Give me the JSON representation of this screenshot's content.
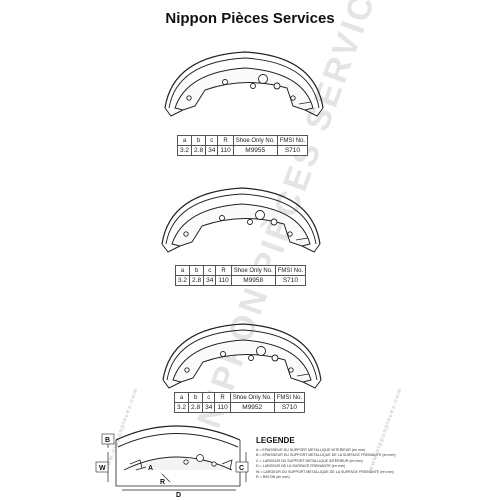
{
  "title": "Nippon Pièces Services",
  "watermark": {
    "main": "NIPPON PIÈCES SERVICES",
    "side": "www.nipponpieces.com"
  },
  "table_headers": [
    "a",
    "b",
    "c",
    "R",
    "Shoe Only No.",
    "FMSI No."
  ],
  "shoes": [
    {
      "a": "3.2",
      "b": "2.8",
      "c": "34",
      "R": "110",
      "shoe_only_no": "M9955",
      "fmsi_no": "S710"
    },
    {
      "a": "3.2",
      "b": "2.8",
      "c": "34",
      "R": "110",
      "shoe_only_no": "M9958",
      "fmsi_no": "S710"
    },
    {
      "a": "3.2",
      "b": "2.8",
      "c": "34",
      "R": "110",
      "shoe_only_no": "M9952",
      "fmsi_no": "S710"
    }
  ],
  "legend": {
    "title": "LEGENDE",
    "items": [
      "A = EPAISSEUR DU SUPPORT METALLIQUE INTERIEUR (en mm)",
      "B = EPAISSEUR DU SUPPORT METALLIQUE DE LA SURFACE FREINANTE (en mm)",
      "C = LARGEUR DU SUPPORT METALLIQUE INTERIEUR (en mm)",
      "D = LARGEUR DE LA SURFACE FREINANTE (en mm)",
      "W = LARGEUR DU SUPPORT METALLIQUE DE LA SURFACE FREINANTE (en mm)",
      "R = RAYON (en mm)"
    ]
  },
  "diagram_labels": {
    "B": "B",
    "A": "A",
    "W": "W",
    "C": "C",
    "R": "R",
    "D": "D"
  }
}
